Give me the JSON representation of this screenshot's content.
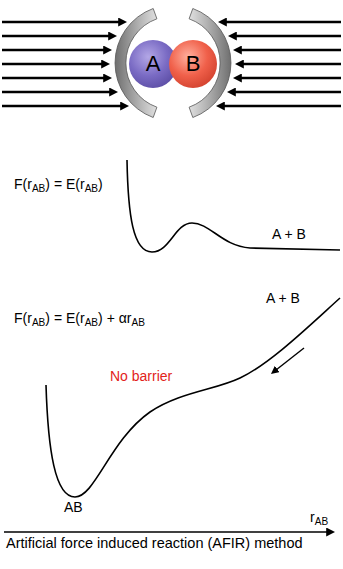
{
  "diagram": {
    "caption": "Artificial force induced reaction (AFIR) method",
    "nodes": [
      {
        "text": [
          "A"
        ]
      },
      {
        "text": [
          "B"
        ]
      }
    ],
    "labels": [
      "F(rAB) = E(rAB)",
      "A + B",
      "F(rAB) = E(rAB) + αrAB",
      "A + B",
      "No barrier",
      "AB",
      "rAB"
    ]
  }
}
